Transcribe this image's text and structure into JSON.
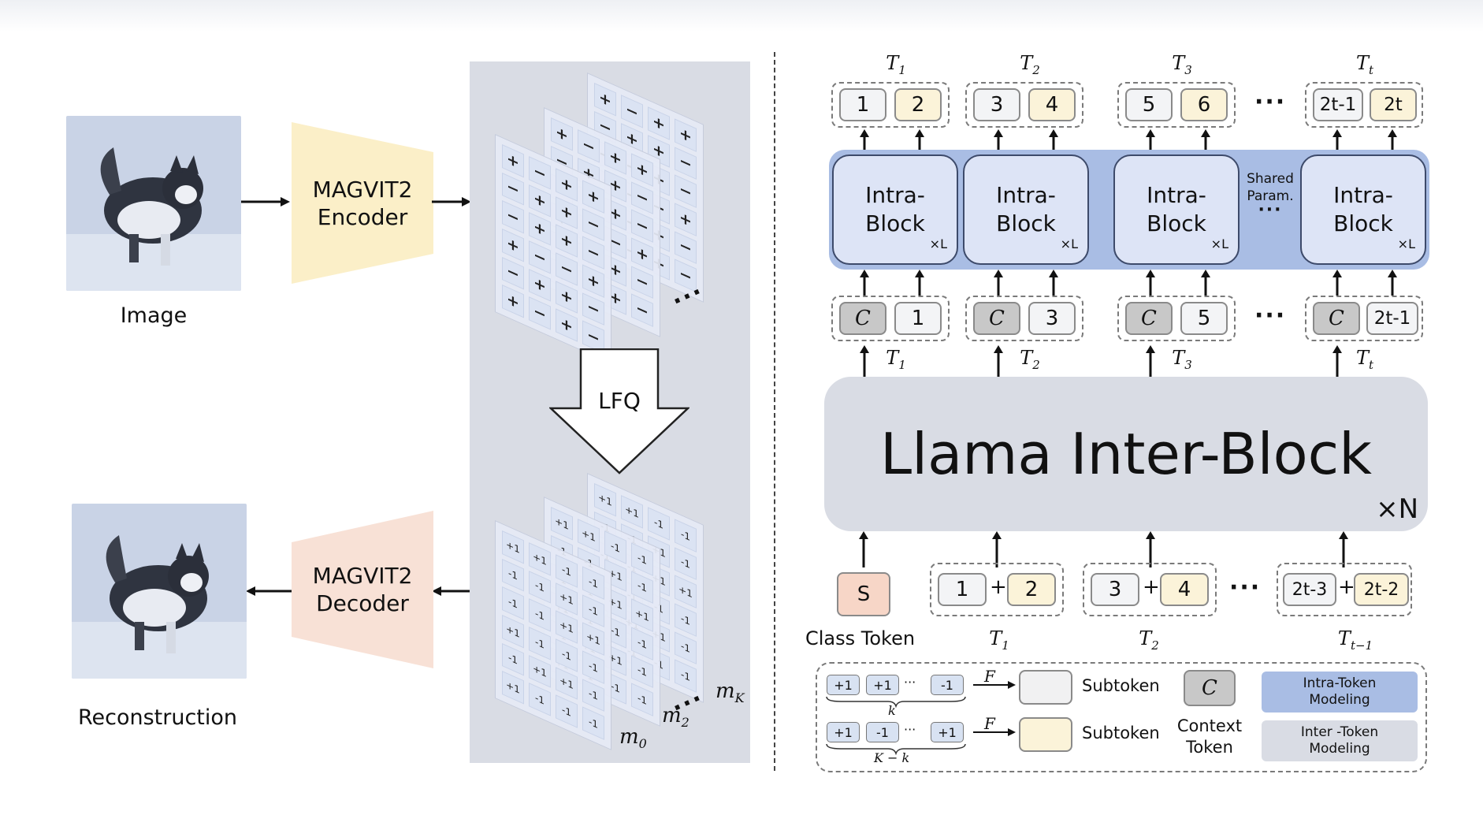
{
  "left": {
    "image_caption": "Image",
    "reconstruction_caption": "Reconstruction",
    "encoder_label_1": "MAGVIT2",
    "encoder_label_2": "Encoder",
    "decoder_label_1": "MAGVIT2",
    "decoder_label_2": "Decoder",
    "lfq_label": "LFQ",
    "code_labels": {
      "m0": "m",
      "m0_sub": "0",
      "m2": "m",
      "m2_sub": "2",
      "mk": "m",
      "mk_sub": "K"
    },
    "grid_symbols_plusminus": [
      "+",
      "−",
      "+",
      "+",
      "−",
      "+",
      "+",
      "−",
      "−",
      "+",
      "+",
      "−",
      "+",
      "−",
      "−",
      "+",
      "−",
      "+",
      "+",
      "−",
      "+",
      "−",
      "+",
      "−"
    ],
    "grid_symbols_pm1": [
      "+1",
      "+1",
      "-1",
      "-1",
      "-1",
      "-1",
      "+1",
      "-1",
      "-1",
      "-1",
      "+1",
      "+1",
      "+1",
      "-1",
      "-1",
      "-1",
      "-1",
      "+1",
      "+1",
      "-1",
      "+1",
      "-1",
      "-1",
      "-1"
    ],
    "ellipsis": "..."
  },
  "right": {
    "top_labels": [
      {
        "t": "T",
        "s": "1"
      },
      {
        "t": "T",
        "s": "2"
      },
      {
        "t": "T",
        "s": "3"
      },
      {
        "t": "T",
        "s": "t"
      }
    ],
    "top_groups": [
      [
        "1",
        "2"
      ],
      [
        "3",
        "4"
      ],
      [
        "5",
        "6"
      ],
      [
        "2t-1",
        "2t"
      ]
    ],
    "intra_block_label_1": "Intra-",
    "intra_block_label_2": "Block",
    "intra_block_repeat": "×L",
    "shared_param_1": "Shared",
    "shared_param_2": "Param.",
    "mid_groups": [
      [
        "C",
        "1"
      ],
      [
        "C",
        "3"
      ],
      [
        "C",
        "5"
      ],
      [
        "C",
        "2t-1"
      ]
    ],
    "mid_labels": [
      {
        "t": "T",
        "s": "1"
      },
      {
        "t": "T",
        "s": "2"
      },
      {
        "t": "T",
        "s": "3"
      },
      {
        "t": "T",
        "s": "t"
      }
    ],
    "inter_block_label": "Llama Inter-Block",
    "inter_block_repeat": "×N",
    "class_token": "S",
    "class_token_caption": "Class Token",
    "bottom_groups": [
      [
        "1",
        "2"
      ],
      [
        "3",
        "4"
      ],
      [
        "2t-3",
        "2t-2"
      ]
    ],
    "bottom_labels": [
      {
        "t": "T",
        "s": "1"
      },
      {
        "t": "T",
        "s": "2"
      },
      {
        "t": "T",
        "s": "t−1"
      }
    ],
    "plus": "+",
    "ellipsis": "···",
    "legend": {
      "row1_tokens": [
        "+1",
        "+1",
        "-1"
      ],
      "row1_brace": "k",
      "row2_tokens": [
        "+1",
        "-1",
        "+1"
      ],
      "row2_brace": "K − k",
      "mini_ellipsis": "···",
      "arrow_label": "F",
      "subtoken": "Subtoken",
      "context_symbol": "C",
      "context_1": "Context",
      "context_2": "Token",
      "intra_modeling_1": "Intra-Token",
      "intra_modeling_2": "Modeling",
      "inter_modeling_1": "Inter -Token",
      "inter_modeling_2": "Modeling"
    },
    "colors": {
      "intra_band": "#a9bde4",
      "inter_block": "#d9dce4",
      "cream_token": "#fbf3d9",
      "class_token": "#f7d6c7"
    }
  }
}
